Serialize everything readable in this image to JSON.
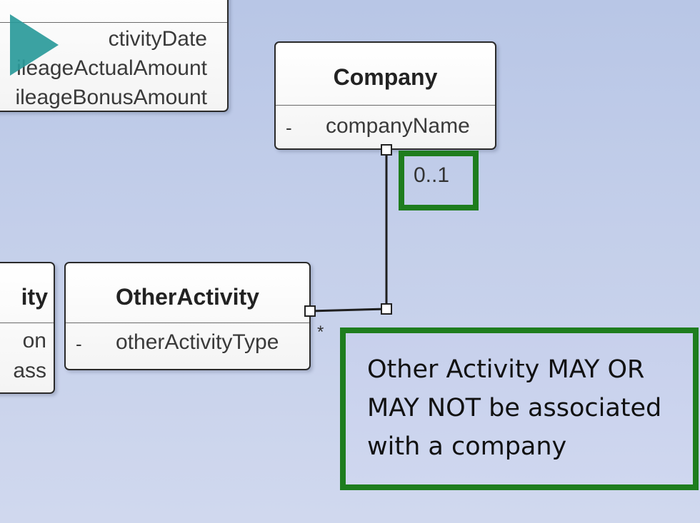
{
  "classes": {
    "company": {
      "name": "Company",
      "attributes": [
        {
          "visibility": "-",
          "name": "companyName"
        }
      ]
    },
    "other_activity": {
      "name": "OtherActivity",
      "attributes": [
        {
          "visibility": "-",
          "name": "otherActivityType"
        }
      ]
    },
    "top_left_partial": {
      "attributes": [
        {
          "name": "ctivityDate"
        },
        {
          "name": "ileageActualAmount"
        },
        {
          "name": "ileageBonusAmount"
        }
      ]
    },
    "left_partial": {
      "name": "ity",
      "attributes": [
        {
          "name": "on"
        },
        {
          "name": "ass"
        }
      ]
    }
  },
  "association": {
    "company_end_multiplicity": "0..1",
    "activity_end_multiplicity": "*"
  },
  "note": {
    "text": "Other Activity MAY OR MAY NOT be associated with a company"
  },
  "colors": {
    "highlight": "#1e7d1e",
    "play_button": "#2a9a9a"
  },
  "icons": {
    "play": "play-icon"
  }
}
